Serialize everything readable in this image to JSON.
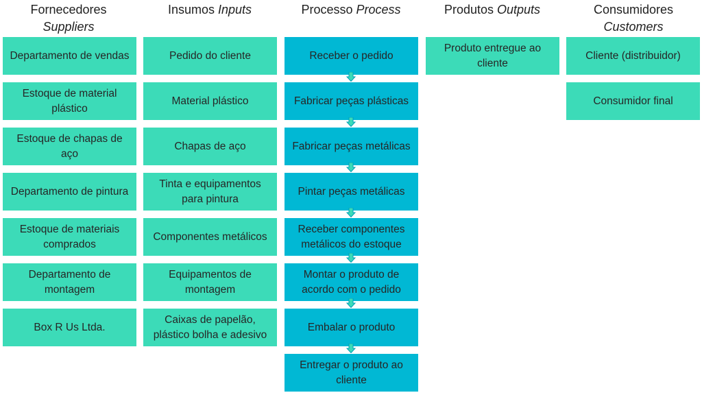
{
  "headers": {
    "suppliers": {
      "pt": "Fornecedores",
      "en": "Suppliers"
    },
    "inputs": {
      "pt": "Insumos",
      "en": "Inputs"
    },
    "process": {
      "pt": "Processo",
      "en": "Process"
    },
    "outputs": {
      "pt": "Produtos",
      "en": "Outputs"
    },
    "customers": {
      "pt": "Consumidores",
      "en": "Customers"
    }
  },
  "suppliers": [
    "Departamento de vendas",
    "Estoque de material plástico",
    "Estoque de chapas de aço",
    "Departamento de pintura",
    "Estoque de materiais comprados",
    "Departamento de montagem",
    "Box R Us Ltda."
  ],
  "inputs": [
    "Pedido do cliente",
    "Material plástico",
    "Chapas de aço",
    "Tinta e equipamentos para pintura",
    "Componentes metálicos",
    "Equipamentos de montagem",
    "Caixas de papelão, plástico bolha e adesivo"
  ],
  "process": [
    "Receber o pedido",
    "Fabricar peças plásticas",
    "Fabricar peças metálicas",
    "Pintar peças metálicas",
    "Receber componentes metálicos do estoque",
    "Montar o produto de acordo com o pedido",
    "Embalar o produto",
    "Entregar o produto ao cliente"
  ],
  "outputs": [
    "Produto entregue ao cliente"
  ],
  "customers": [
    "Cliente (distribuidor)",
    "Consumidor final"
  ],
  "colors": {
    "teal_box": "#3cdbb8",
    "process_box": "#01b8d4",
    "arrow_fill": "#3cdbb8",
    "arrow_stroke": "#01a0b8"
  }
}
